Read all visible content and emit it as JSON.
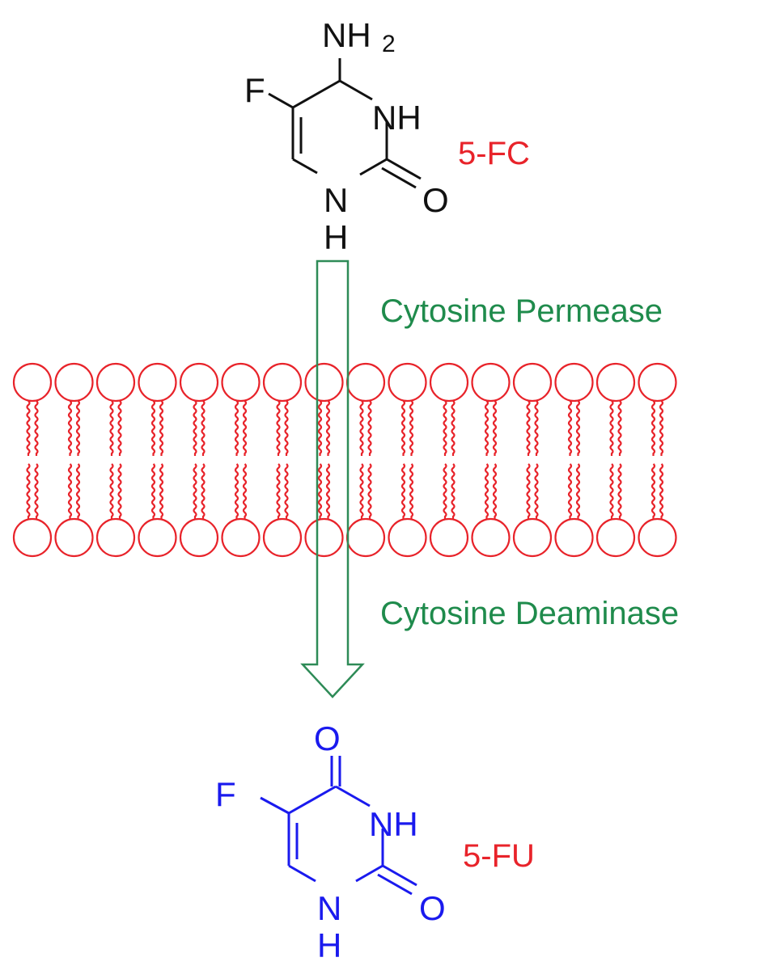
{
  "colors": {
    "background": "#ffffff",
    "membrane": "#e8232a",
    "enzyme_label": "#1f8b4c",
    "arrow": "#2e8b57",
    "substrate": "#111111",
    "product": "#1a1aee",
    "compound_label": "#e8232a"
  },
  "substrate": {
    "name": "5-FC",
    "atoms": {
      "amino_n": "NH",
      "amino_sub": "2",
      "fluorine": "F",
      "ring_nh": "NH",
      "carbonyl_o": "O",
      "ring_n": "N",
      "ring_h": "H"
    }
  },
  "enzymes": {
    "permease": "Cytosine Permease",
    "deaminase": "Cytosine Deaminase"
  },
  "membrane": {
    "type": "lipid-bilayer",
    "lipid_count": 16
  },
  "product": {
    "name": "5-FU",
    "atoms": {
      "top_o": "O",
      "fluorine": "F",
      "ring_nh": "NH",
      "carbonyl_o": "O",
      "ring_n": "N",
      "ring_h": "H"
    }
  }
}
